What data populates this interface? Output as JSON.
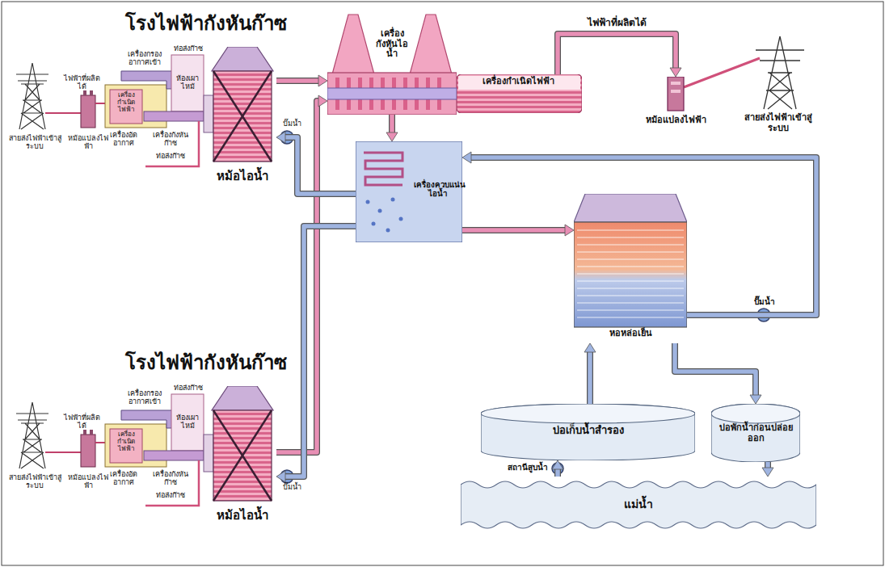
{
  "diagram": {
    "nodes": [
      {
        "text": [
          "หม้อไอน้ำ"
        ]
      },
      {
        "text": [
          "หม้อไอน้ำ"
        ]
      },
      {
        "text": [
          "เครื่องกังหันไอน้ำ"
        ]
      },
      {
        "text": [
          "เครื่องกำเนิดไฟฟ้า"
        ]
      },
      {
        "text": [
          "หม้อแปลงไฟฟ้า"
        ]
      },
      {
        "text": [
          "เครื่องควบแน่นไอน้ำ"
        ]
      },
      {
        "text": [
          "หอหล่อเย็น"
        ]
      },
      {
        "text": [
          "บ่อเก็บน้ำสำรอง"
        ]
      },
      {
        "text": [
          "บ่อพักน้ำก่อนปล่อยออก"
        ]
      },
      {
        "text": [
          "แม่น้ำ"
        ]
      }
    ],
    "edges": [
      {
        "from": 0,
        "to": 2,
        "arrow": "to"
      },
      {
        "from": 1,
        "to": 2,
        "arrow": "to"
      },
      {
        "from": 2,
        "to": 5,
        "arrow": "to"
      },
      {
        "from": 5,
        "to": 0,
        "arrow": "to"
      },
      {
        "from": 5,
        "to": 1,
        "arrow": "to"
      },
      {
        "from": 5,
        "to": 6,
        "arrow": "to"
      },
      {
        "from": 6,
        "to": 5,
        "arrow": "to"
      },
      {
        "from": 7,
        "to": 6,
        "arrow": "to"
      },
      {
        "from": 6,
        "to": 8,
        "arrow": "to"
      },
      {
        "from": 9,
        "to": 7,
        "arrow": "to"
      },
      {
        "from": 8,
        "to": 9,
        "arrow": "to"
      },
      {
        "from": 3,
        "to": 4,
        "label": "ไฟฟ้าที่ผลิตได้",
        "arrow": "to"
      }
    ],
    "labels": [
      "โรงไฟฟ้ากังหันก๊าซ",
      "ไฟฟ้าที่ผลิตได้",
      "เครื่องกรองอากาศเข้า",
      "ห้องเผาไหม้",
      "ท่อส่งก๊าซ",
      "เครื่องกำเนิดไฟฟ้า",
      "สายส่งไฟฟ้าเข้าสู่ระบบ",
      "หม้อแปลงไฟฟ้า",
      "เครื่องอัดอากาศ",
      "เครื่องกังหันก๊าซ",
      "ท่อส่งก๊าซ",
      "ปั๊มน้ำ",
      "โรงไฟฟ้ากังหันก๊าซ",
      "ไฟฟ้าที่ผลิตได้",
      "เครื่องกรองอากาศเข้า",
      "ห้องเผาไหม้",
      "ท่อส่งก๊าซ",
      "เครื่องกำเนิดไฟฟ้า",
      "สายส่งไฟฟ้าเข้าสู่ระบบ",
      "หม้อแปลงไฟฟ้า",
      "เครื่องอัดอากาศ",
      "เครื่องกังหันก๊าซ",
      "ท่อส่งก๊าซ",
      "ปั๊มน้ำ",
      "สายส่งไฟฟ้าเข้าสู่ระบบ",
      "ปั๊มน้ำ",
      "สถานีสูบน้ำ"
    ]
  }
}
